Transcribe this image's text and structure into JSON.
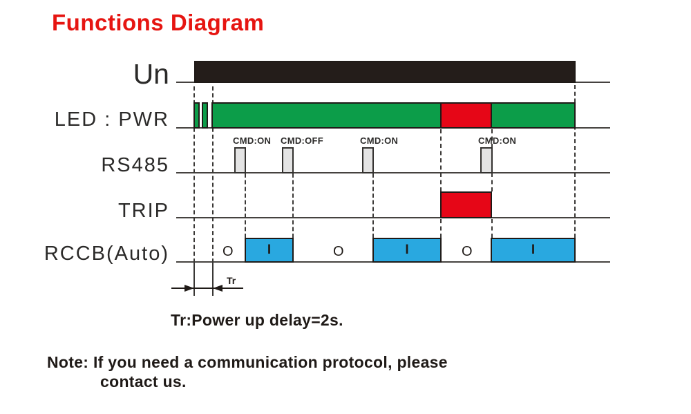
{
  "title": "Functions Diagram",
  "rows": {
    "un": "Un",
    "led": "LED : PWR",
    "rs485": "RS485",
    "trip": "TRIP",
    "rccb": "RCCB(Auto)"
  },
  "cmd_events": [
    {
      "label": "CMD:ON"
    },
    {
      "label": "CMD:OFF"
    },
    {
      "label": "CMD:ON"
    },
    {
      "label": "CMD:ON"
    }
  ],
  "rccb_states": {
    "o1": "O",
    "i1": "I",
    "o2": "O",
    "i2": "I",
    "o3": "O",
    "i3": "I"
  },
  "tr": {
    "label": "Tr",
    "note": "Tr:Power up delay=2s."
  },
  "note": {
    "line1": "Note: If you need a communication protocol, please",
    "line2": "contact us."
  },
  "colors": {
    "title_red": "#e61511",
    "signal_green": "#0c9d49",
    "signal_red": "#e60617",
    "signal_blue": "#29a8e0",
    "pulse_gray": "#e4e4e4",
    "bar_black": "#241d1a"
  }
}
